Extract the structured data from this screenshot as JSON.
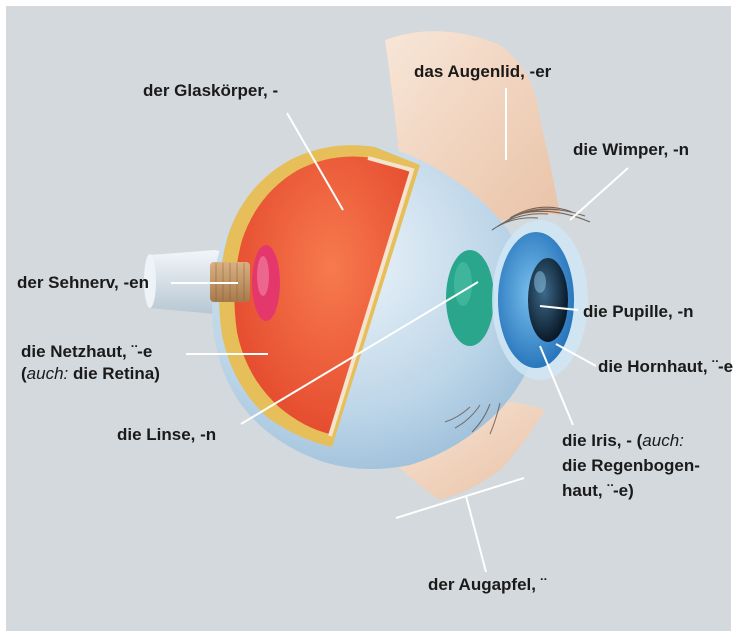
{
  "diagram": {
    "labels": {
      "glaskoerper": "der Glaskörper, -",
      "augenlid": "das Augenlid, -er",
      "wimper": "die Wimper, -n",
      "sehnerv": "der Sehnerv, -en",
      "pupille": "die Pupille, -n",
      "netzhaut_line1": "die Netzhaut, ¨-e",
      "netzhaut_line2_pre": "(",
      "netzhaut_line2_italic": "auch:",
      "netzhaut_line2_post": " die Retina)",
      "hornhaut": "die Hornhaut, ¨-e",
      "linse": "die Linse, -n",
      "iris_line1_pre": "die Iris, - (",
      "iris_line1_italic": "auch:",
      "iris_line2": "die Regenbogen-",
      "iris_line3": "haut, ¨-e)",
      "augapfel": "der Augapfel, ¨"
    },
    "colors": {
      "background": "#d3d9dc",
      "vitreous": "#ee5a35",
      "retina": "#e9c25e",
      "sclera": "#b8d2e6",
      "lens": "#2aa68c",
      "iris": "#3c93d6",
      "pupil": "#10283c",
      "eyelid": "#f2d6c0",
      "optic_nerve": "#c89a6a",
      "optic_disc": "#e83a6e"
    }
  }
}
